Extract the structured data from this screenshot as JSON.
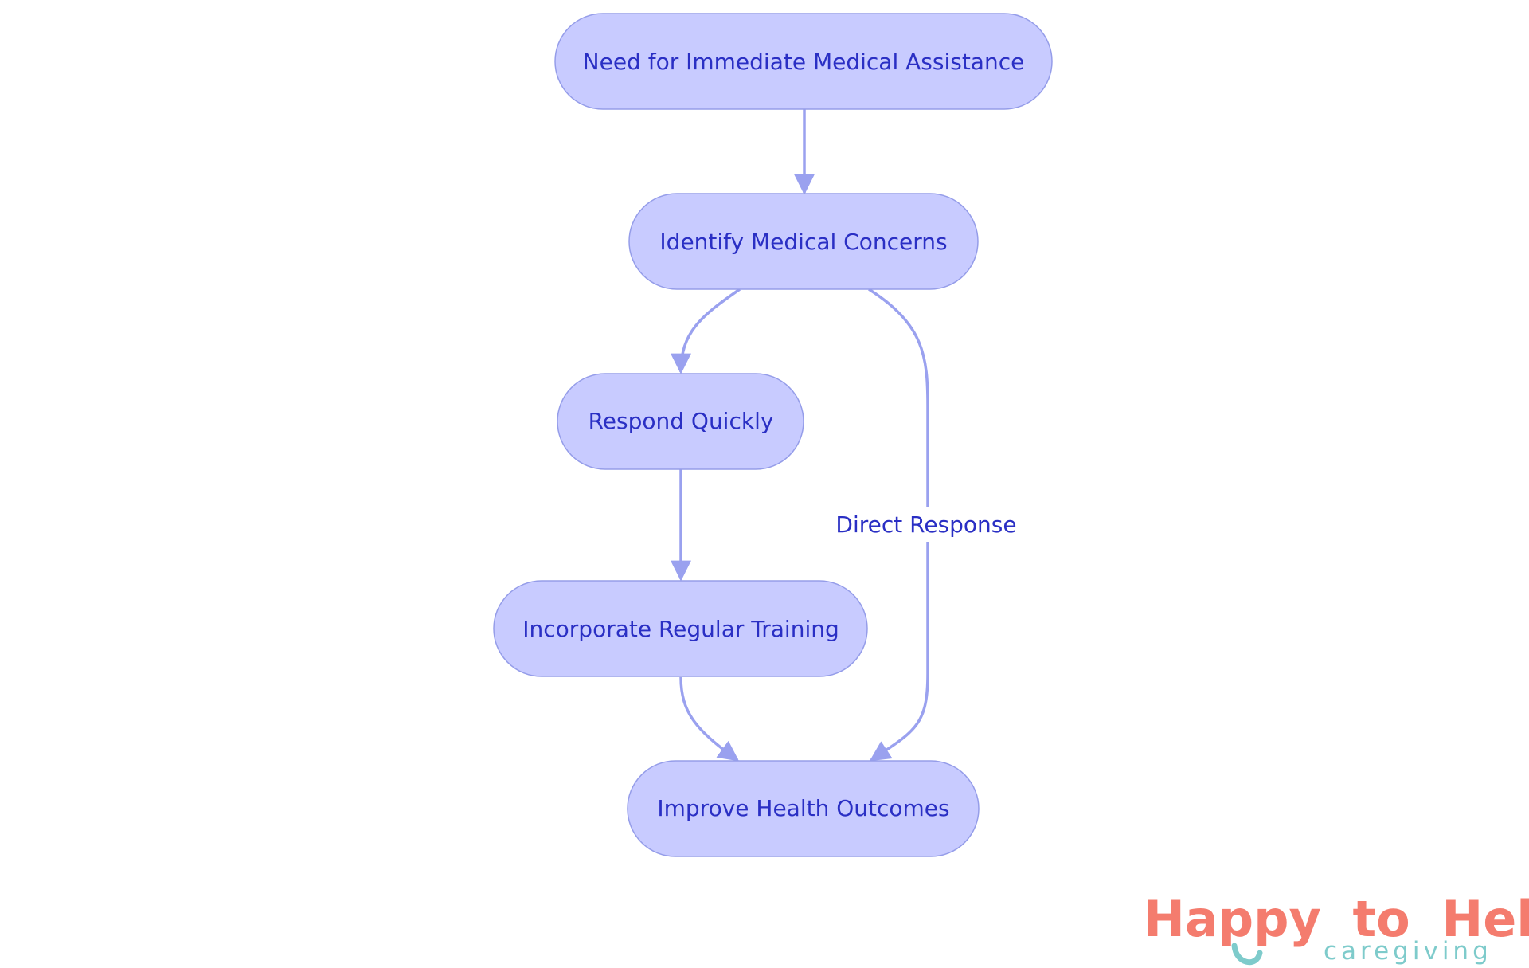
{
  "diagram": {
    "nodes": {
      "need": "Need for Immediate Medical Assistance",
      "identify": "Identify Medical Concerns",
      "respond": "Respond Quickly",
      "training": "Incorporate Regular Training",
      "improve": "Improve Health Outcomes"
    },
    "edges": [
      {
        "from": "need",
        "to": "identify",
        "label": ""
      },
      {
        "from": "identify",
        "to": "respond",
        "label": ""
      },
      {
        "from": "respond",
        "to": "training",
        "label": ""
      },
      {
        "from": "training",
        "to": "improve",
        "label": ""
      },
      {
        "from": "identify",
        "to": "improve",
        "label": "Direct Response"
      }
    ],
    "edge_label_direct": "Direct Response"
  },
  "logo": {
    "word_happy": "Happy",
    "word_to": "to",
    "word_help": "Help",
    "subtitle": "caregiving",
    "colors": {
      "coral": "#f47c6e",
      "teal": "#7ecbcb"
    }
  },
  "colors": {
    "node_fill": "#c8cbff",
    "node_stroke": "#959de9",
    "text": "#2a2fc4",
    "edge": "#9aa1ef"
  }
}
